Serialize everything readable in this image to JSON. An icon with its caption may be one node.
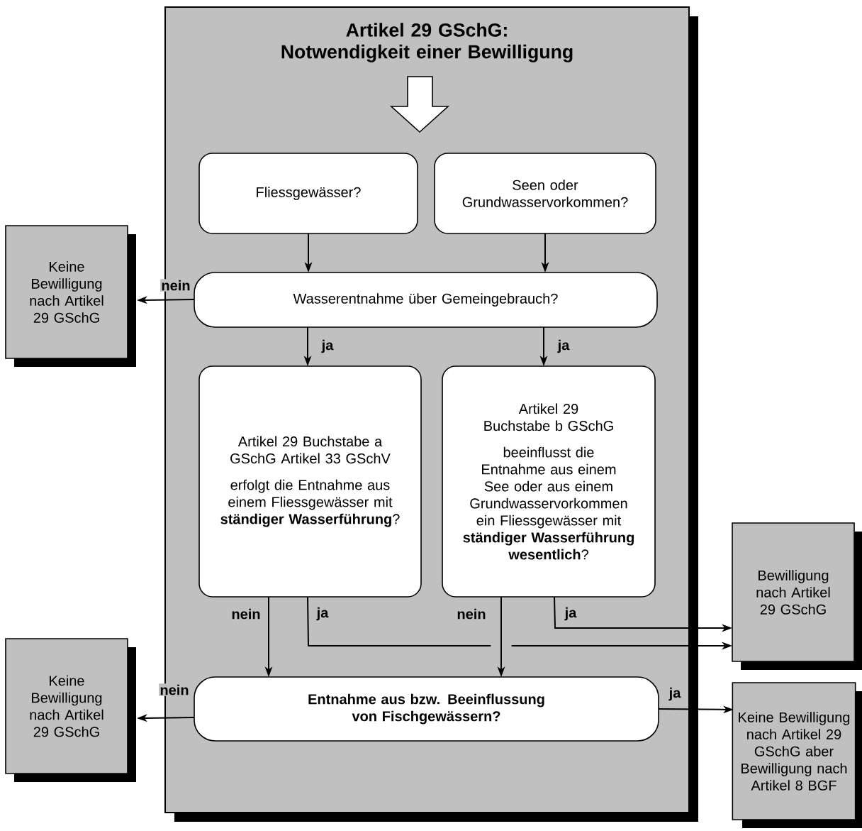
{
  "diagram": {
    "nodes": [
      {
        "text": [
          "Artikel 29 GSchG: Notwendigkeit einer Bewilligung"
        ]
      },
      {
        "text": [
          "Fliessgewässer?"
        ],
        "in": 0
      },
      {
        "text": [
          "Seen oder Grundwasservorkommen?"
        ],
        "in": 0
      },
      {
        "text": [
          "Wasserentnahme über Gemeingebrauch?"
        ],
        "in": 0
      },
      {
        "text": [
          "Artikel 29 Buchstabe a GSchG Artikel 33 GSchV",
          "erfolgt die Entnahme aus einem Fliessgewässer mit **ständiger Wasserführung**?"
        ],
        "in": 0
      },
      {
        "text": [
          "Artikel 29 Buchstabe b GSchG",
          "beeinflusst die Entnahme aus einem See oder aus einem Grundwasservorkommen ein Fliessgewässer mit **ständiger Wasserführung wesentlich**?"
        ],
        "in": 0
      },
      {
        "text": [
          "Entnahme aus bzw. Beeinflussung von Fischgewässern?"
        ],
        "in": 0
      },
      {
        "text": [
          "Keine Bewilligung nach Artikel 29 GSchG"
        ]
      },
      {
        "text": [
          "Bewilligung nach Artikel 29 GSchG"
        ]
      },
      {
        "text": [
          "Keine Bewilligung nach Artikel 29 GSchG"
        ]
      },
      {
        "text": [
          "Keine Bewilligung nach Artikel 29 GSchG aber Bewilligung nach Artikel 8 BGF"
        ]
      }
    ],
    "edges": [
      {
        "from": 1,
        "to": 3,
        "arrow": "to"
      },
      {
        "from": 2,
        "to": 3,
        "arrow": "to"
      },
      {
        "from": 3,
        "to": 7,
        "arrow": "to",
        "label": "nein"
      },
      {
        "from": 3,
        "to": 4,
        "arrow": "to",
        "label": "ja"
      },
      {
        "from": 3,
        "to": 5,
        "arrow": "to",
        "label": "ja"
      },
      {
        "from": 4,
        "to": 6,
        "arrow": "to",
        "label": "nein"
      },
      {
        "from": 4,
        "to": 8,
        "arrow": "to",
        "label": "ja"
      },
      {
        "from": 5,
        "to": 6,
        "arrow": "to",
        "label": "nein"
      },
      {
        "from": 5,
        "to": 8,
        "arrow": "to",
        "label": "ja"
      },
      {
        "from": 6,
        "to": 9,
        "arrow": "to",
        "label": "nein"
      },
      {
        "from": 6,
        "to": 10,
        "arrow": "to",
        "label": "ja"
      }
    ]
  }
}
